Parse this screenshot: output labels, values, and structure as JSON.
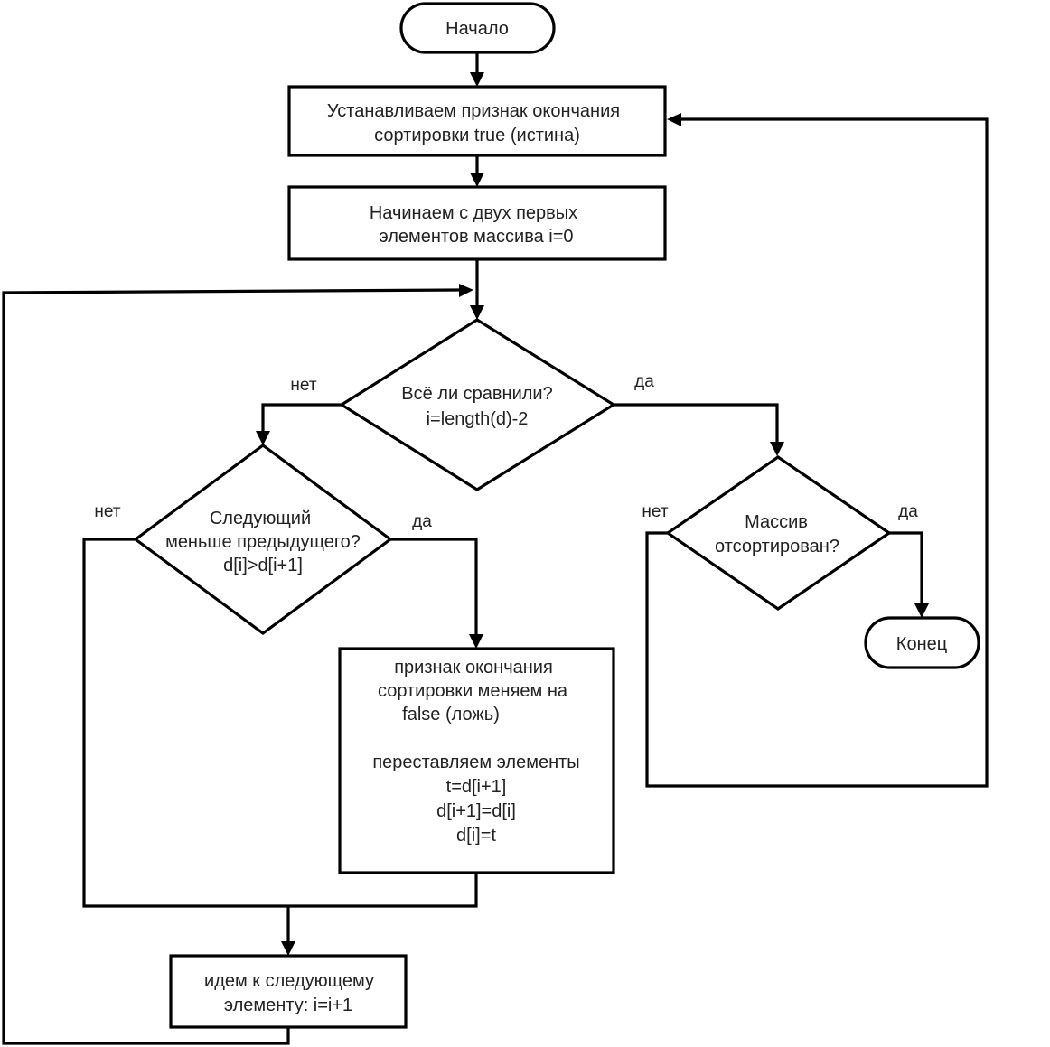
{
  "flowchart": {
    "start": {
      "text": "Начало"
    },
    "end": {
      "text": "Конец"
    },
    "set_flag": {
      "lines": [
        "Устанавливаем признак окончания",
        "сортировки true (истина)"
      ]
    },
    "begin_pair": {
      "lines": [
        "Начинаем с двух первых",
        "элементов массива i=0"
      ]
    },
    "all_compared": {
      "lines": [
        "Всё ли сравнили?",
        "i=length(d)-2"
      ]
    },
    "next_smaller": {
      "lines": [
        "Следующий",
        "меньше предыдущего?",
        "d[i]>d[i+1]"
      ]
    },
    "is_sorted": {
      "lines": [
        "Массив",
        "отсортирован?"
      ]
    },
    "swap_block": {
      "lines": [
        "признак окончания",
        "сортировки меняем на",
        "false (ложь)",
        "",
        "переставляем элементы",
        "t=d[i+1]",
        "d[i+1]=d[i]",
        "d[i]=t"
      ]
    },
    "next_element": {
      "lines": [
        "идем к следующему",
        "элементу: i=i+1"
      ]
    },
    "branches": {
      "all_compared_no": "нет",
      "all_compared_yes": "да",
      "next_smaller_no": "нет",
      "next_smaller_yes": "да",
      "is_sorted_no": "нет",
      "is_sorted_yes": "да"
    }
  }
}
